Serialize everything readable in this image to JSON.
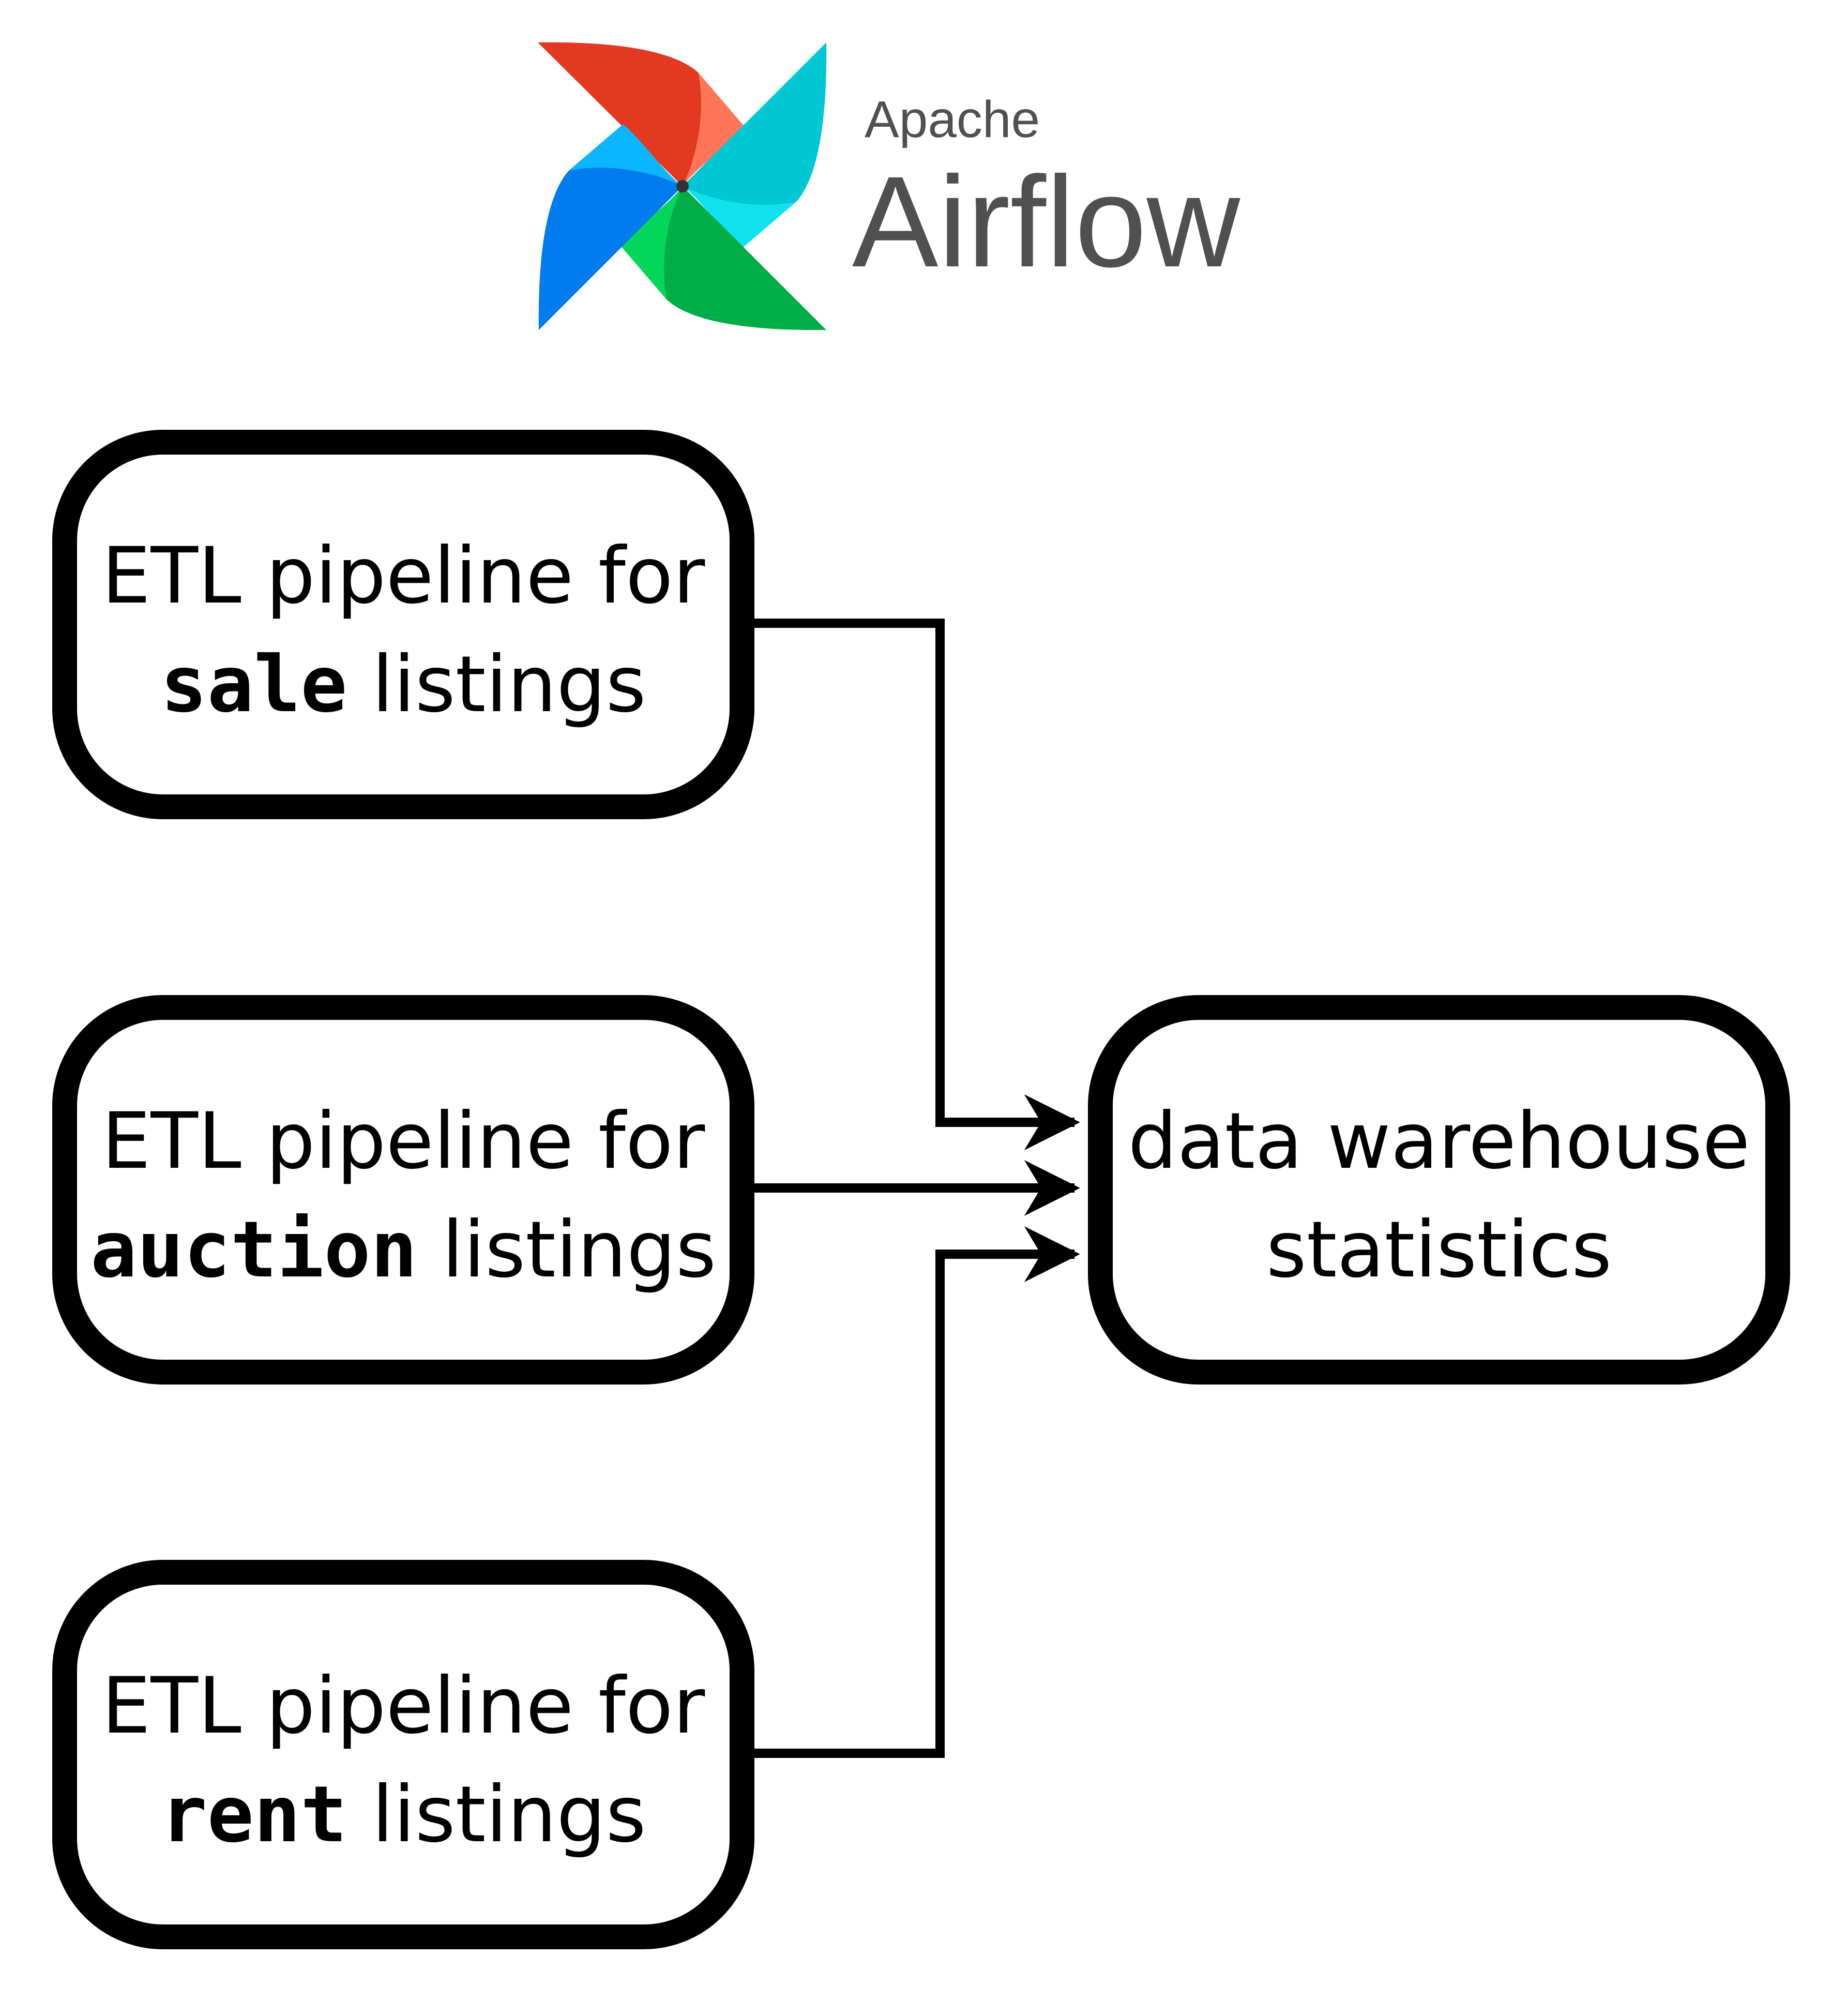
{
  "logo": {
    "line1": "Apache",
    "line2": "Airflow",
    "icon": "pinwheel-icon",
    "colors": {
      "red": "#e43921",
      "coral": "#ff7557",
      "cyan": "#00c7d4",
      "light_cyan": "#11e1ee",
      "blue": "#017cee",
      "light_blue": "#0cb6ff",
      "green": "#00ad46",
      "light_green": "#04d659",
      "text": "#505050"
    }
  },
  "nodes": {
    "sale": {
      "line1": "ETL pipeline for",
      "code": "sale",
      "rest": " listings"
    },
    "auction": {
      "line1": "ETL pipeline for",
      "code": "auction",
      "rest": " listings"
    },
    "rent": {
      "line1": "ETL pipeline for",
      "code": "rent",
      "rest": " listings"
    },
    "warehouse": {
      "line1": "data warehouse",
      "line2": "statistics"
    }
  },
  "edges": [
    {
      "from": "sale",
      "to": "warehouse"
    },
    {
      "from": "auction",
      "to": "warehouse"
    },
    {
      "from": "rent",
      "to": "warehouse"
    }
  ]
}
